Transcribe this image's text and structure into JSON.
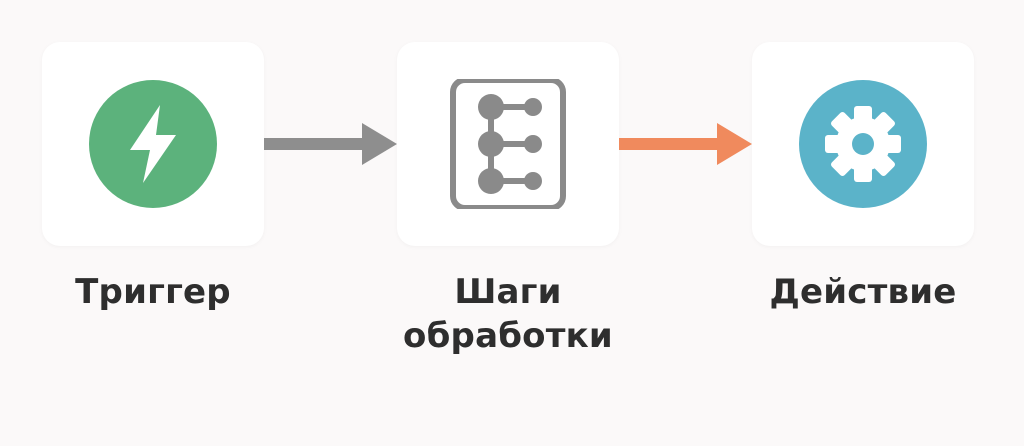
{
  "flow": {
    "steps": [
      {
        "label_lines": [
          "Триггер"
        ],
        "icon": "lightning-bolt-icon",
        "color": "#5cb27c"
      },
      {
        "label_lines": [
          "Шаги",
          "обработки"
        ],
        "icon": "branch-nodes-icon",
        "color": "#8a8a8a"
      },
      {
        "label_lines": [
          "Действие"
        ],
        "icon": "gear-icon",
        "color": "#5bb3c9"
      }
    ],
    "connectors": [
      {
        "from": "Триггер",
        "to": "Шаги обработки",
        "color": "#8e8e8e"
      },
      {
        "from": "Шаги обработки",
        "to": "Действие",
        "color": "#f08a5d"
      }
    ]
  }
}
